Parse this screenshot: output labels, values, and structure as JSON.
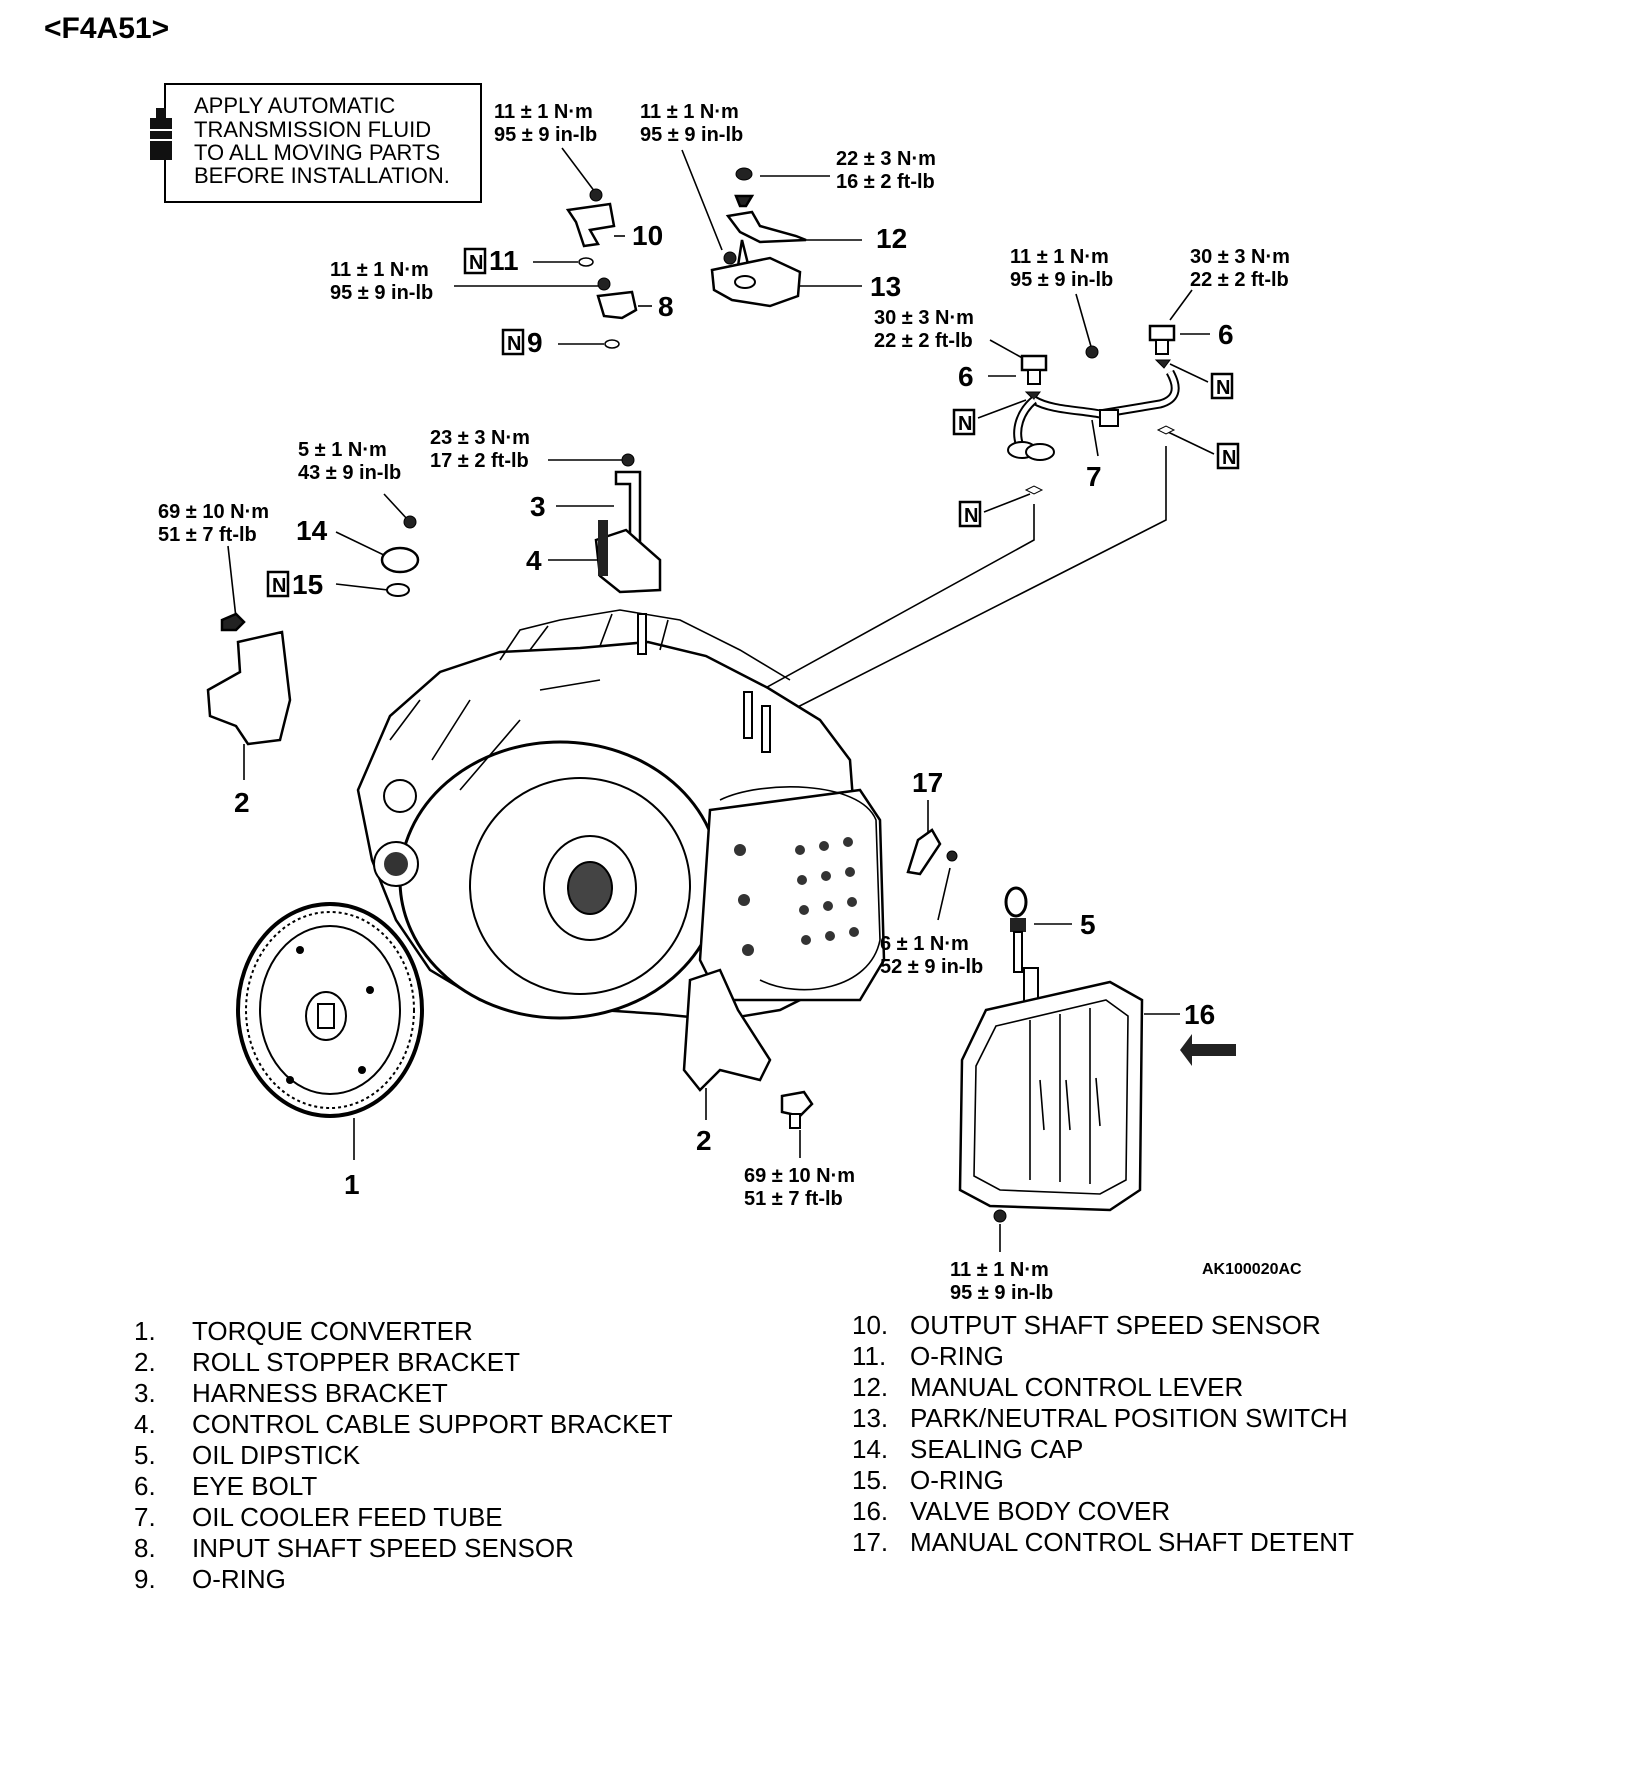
{
  "header": {
    "model_code": "<F4A51>"
  },
  "note": {
    "lines": [
      "APPLY AUTOMATIC",
      "TRANSMISSION FLUID",
      "TO ALL MOVING PARTS",
      "BEFORE INSTALLATION."
    ],
    "icon": "fluid-bottle-icon"
  },
  "figure_code": "AK100020AC",
  "replace_symbol": "N",
  "torques": {
    "t10_a": {
      "metric": "11 ± 1 N·m",
      "imperial": "95 ± 9 in-lb"
    },
    "t13_a": {
      "metric": "11 ± 1 N·m",
      "imperial": "95 ± 9 in-lb"
    },
    "t12": {
      "metric": "22 ± 3 N·m",
      "imperial": "16 ± 2 ft-lb"
    },
    "t8": {
      "metric": "11 ± 1 N·m",
      "imperial": "95 ± 9 in-lb"
    },
    "t7_bolt": {
      "metric": "11 ± 1 N·m",
      "imperial": "95 ± 9 in-lb"
    },
    "t6_right": {
      "metric": "30 ± 3 N·m",
      "imperial": "22 ± 2 ft-lb"
    },
    "t6_left": {
      "metric": "30 ± 3 N·m",
      "imperial": "22 ± 2 ft-lb"
    },
    "t14": {
      "metric": "5 ± 1 N·m",
      "imperial": "43 ± 9 in-lb"
    },
    "t3": {
      "metric": "23 ± 3 N·m",
      "imperial": "17 ± 2 ft-lb"
    },
    "t2_top": {
      "metric": "69 ± 10 N·m",
      "imperial": "51 ± 7 ft-lb"
    },
    "t17": {
      "metric": "6 ± 1 N·m",
      "imperial": "52 ± 9 in-lb"
    },
    "t2_bottom": {
      "metric": "69 ± 10 N·m",
      "imperial": "51 ± 7 ft-lb"
    },
    "t16": {
      "metric": "11 ± 1 N·m",
      "imperial": "95 ± 9 in-lb"
    }
  },
  "callouts": {
    "c1": "1",
    "c2a": "2",
    "c2b": "2",
    "c3": "3",
    "c4": "4",
    "c5": "5",
    "c6a": "6",
    "c6b": "6",
    "c7": "7",
    "c8": "8",
    "c9": "9",
    "c10": "10",
    "c11": "11",
    "c12": "12",
    "c13": "13",
    "c14": "14",
    "c15": "15",
    "c16": "16",
    "c17": "17"
  },
  "legend": {
    "left": [
      {
        "num": "1.",
        "name": "TORQUE CONVERTER"
      },
      {
        "num": "2.",
        "name": "ROLL STOPPER BRACKET"
      },
      {
        "num": "3.",
        "name": "HARNESS BRACKET"
      },
      {
        "num": "4.",
        "name": "CONTROL CABLE SUPPORT BRACKET"
      },
      {
        "num": "5.",
        "name": "OIL DIPSTICK"
      },
      {
        "num": "6.",
        "name": "EYE BOLT"
      },
      {
        "num": "7.",
        "name": "OIL COOLER FEED TUBE"
      },
      {
        "num": "8.",
        "name": "INPUT SHAFT SPEED SENSOR"
      },
      {
        "num": "9.",
        "name": "O-RING"
      }
    ],
    "right": [
      {
        "num": "10.",
        "name": "OUTPUT SHAFT SPEED SENSOR"
      },
      {
        "num": "11.",
        "name": "O-RING"
      },
      {
        "num": "12.",
        "name": "MANUAL CONTROL LEVER"
      },
      {
        "num": "13.",
        "name": "PARK/NEUTRAL POSITION SWITCH"
      },
      {
        "num": "14.",
        "name": "SEALING CAP"
      },
      {
        "num": "15.",
        "name": "O-RING"
      },
      {
        "num": "16.",
        "name": "VALVE BODY COVER"
      },
      {
        "num": "17.",
        "name": "MANUAL CONTROL SHAFT DETENT"
      }
    ]
  }
}
